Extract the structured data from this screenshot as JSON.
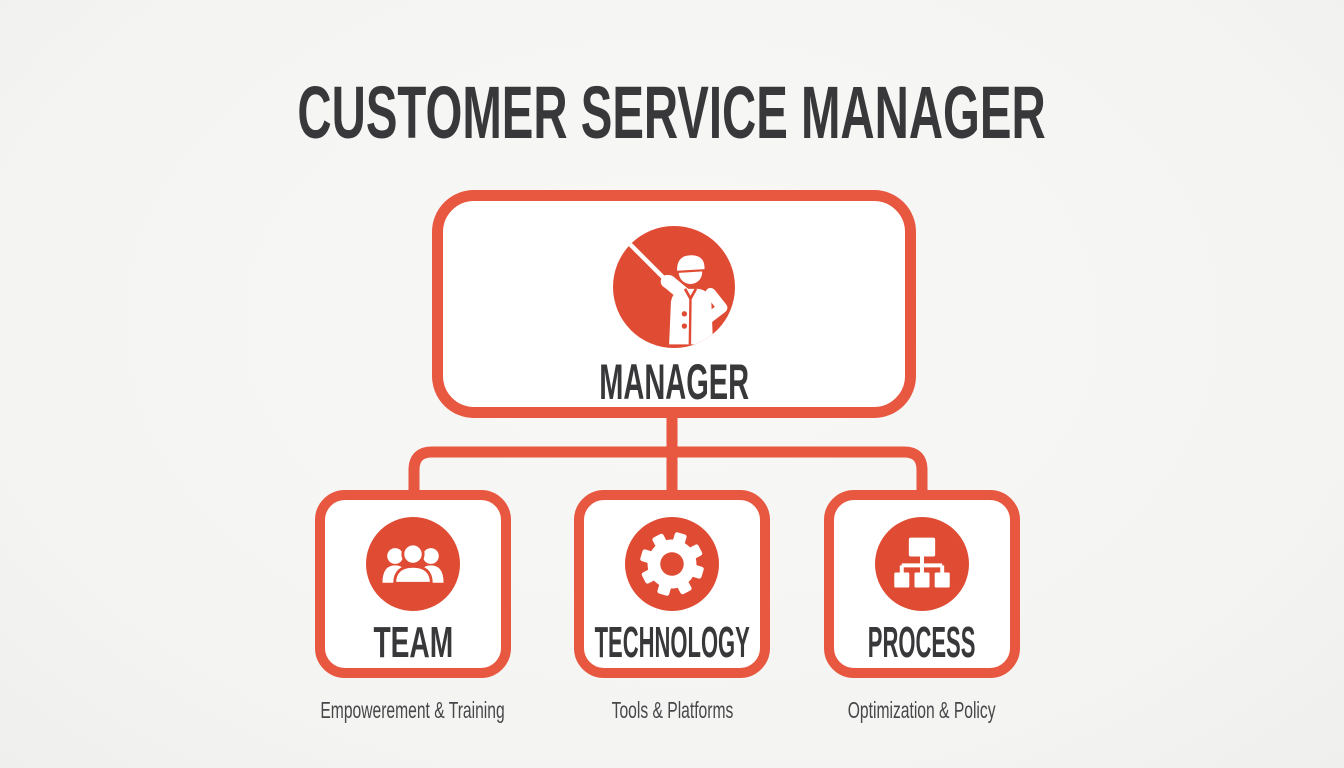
{
  "title": "CUSTOMER SERVICE MANAGER",
  "colors": {
    "accent": "#E8573F",
    "accent_deep": "#E04B34",
    "background": "#F5F5F3",
    "box_fill": "#FFFFFF",
    "text_dark": "#38383A",
    "text_sub": "#47474A"
  },
  "chart": {
    "type": "org-chart",
    "root": {
      "label": "MANAGER",
      "icon": "manager-person-icon"
    },
    "children": [
      {
        "label": "TEAM",
        "icon": "team-people-icon",
        "subtitle": "Empowerement & Training"
      },
      {
        "label": "TECHNOLOGY",
        "icon": "gear-icon",
        "subtitle": "Tools & Platforms"
      },
      {
        "label": "PROCESS",
        "icon": "org-flowchart-icon",
        "subtitle": "Optimization & Policy"
      }
    ]
  }
}
